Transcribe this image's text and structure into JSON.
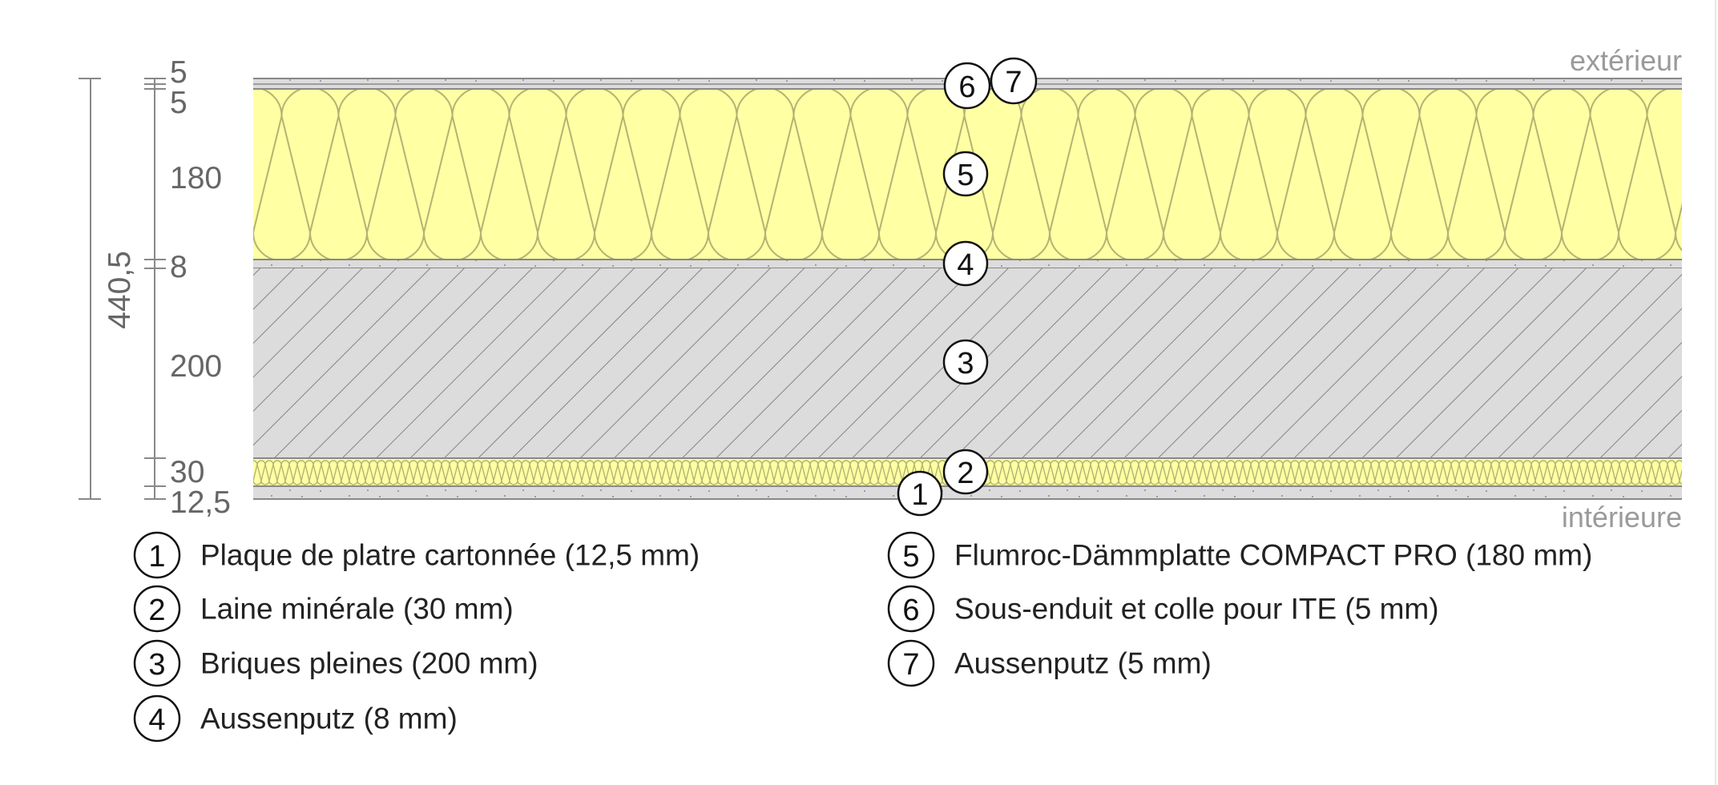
{
  "sides": {
    "exterior": "extérieur",
    "interior": "intérieure"
  },
  "total_thickness": "440,5",
  "dimensions": [
    "5",
    "5",
    "180",
    "8",
    "200",
    "30",
    "12,5"
  ],
  "markers": [
    "1",
    "2",
    "3",
    "4",
    "5",
    "6",
    "7"
  ],
  "legend": [
    {
      "num": "1",
      "label": "Plaque de platre cartonnée (12,5 mm)"
    },
    {
      "num": "2",
      "label": "Laine minérale (30 mm)"
    },
    {
      "num": "3",
      "label": "Briques pleines (200 mm)"
    },
    {
      "num": "4",
      "label": "Aussenputz (8 mm)"
    },
    {
      "num": "5",
      "label": "Flumroc-Dämmplatte COMPACT PRO (180 mm)"
    },
    {
      "num": "6",
      "label": "Sous-enduit et colle pour ITE (5 mm)"
    },
    {
      "num": "7",
      "label": "Aussenputz (5 mm)"
    }
  ],
  "colors": {
    "insulation": "#ffffa3",
    "plaster": "#dcdcdc",
    "line": "#888888"
  }
}
